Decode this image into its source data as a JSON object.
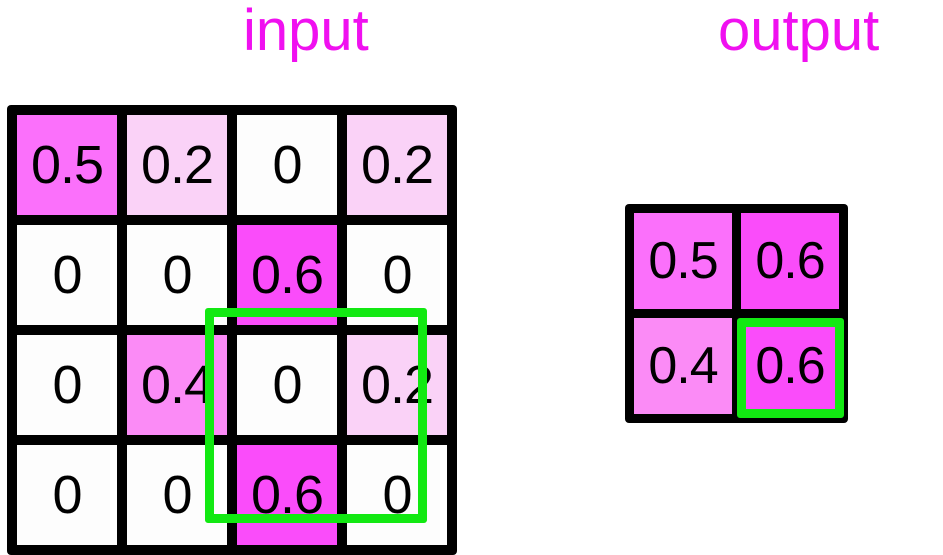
{
  "labels": {
    "input": "input",
    "output": "output"
  },
  "colors": {
    "label_magenta": "#f010f0",
    "highlight_green": "#12e912",
    "grid_border_black": "#000000",
    "cell_zero": "#fdfdfd",
    "cell_0_2": "#fad2f7",
    "cell_0_4": "#fb8bf6",
    "cell_0_5": "#fb70fb",
    "cell_0_6": "#fa4cfa"
  },
  "chart_data": {
    "type": "heatmap",
    "title": "max pooling 2x2",
    "grids": [
      {
        "name": "input",
        "label": "input",
        "rows": 4,
        "cols": 4,
        "values": [
          [
            "0.5",
            "0.2",
            "0",
            "0.2"
          ],
          [
            "0",
            "0",
            "0.6",
            "0"
          ],
          [
            "0",
            "0.4",
            "0",
            "0.2"
          ],
          [
            "0",
            "0",
            "0.6",
            "0"
          ]
        ],
        "numeric": [
          [
            0.5,
            0.2,
            0.0,
            0.2
          ],
          [
            0.0,
            0.0,
            0.6,
            0.0
          ],
          [
            0.0,
            0.4,
            0.0,
            0.2
          ],
          [
            0.0,
            0.0,
            0.6,
            0.0
          ]
        ],
        "cell_colors": [
          [
            "#fb70fb",
            "#fad2f7",
            "#fdfdfd",
            "#fad2f7"
          ],
          [
            "#fdfdfd",
            "#fdfdfd",
            "#fa4cfa",
            "#fdfdfd"
          ],
          [
            "#fdfdfd",
            "#fb8bf6",
            "#fdfdfd",
            "#fad2f7"
          ],
          [
            "#fdfdfd",
            "#fdfdfd",
            "#fa4cfa",
            "#fdfdfd"
          ]
        ],
        "highlight": {
          "row_start": 3,
          "col_start": 3,
          "row_end": 4,
          "col_end": 4
        }
      },
      {
        "name": "output",
        "label": "output",
        "rows": 2,
        "cols": 2,
        "values": [
          [
            "0.5",
            "0.6"
          ],
          [
            "0.4",
            "0.6"
          ]
        ],
        "numeric": [
          [
            0.5,
            0.6
          ],
          [
            0.4,
            0.6
          ]
        ],
        "cell_colors": [
          [
            "#fb70fb",
            "#fa4cfa"
          ],
          [
            "#fb8bf6",
            "#fa4cfa"
          ]
        ],
        "highlight": {
          "row_start": 2,
          "col_start": 2,
          "row_end": 2,
          "col_end": 2
        }
      }
    ]
  }
}
